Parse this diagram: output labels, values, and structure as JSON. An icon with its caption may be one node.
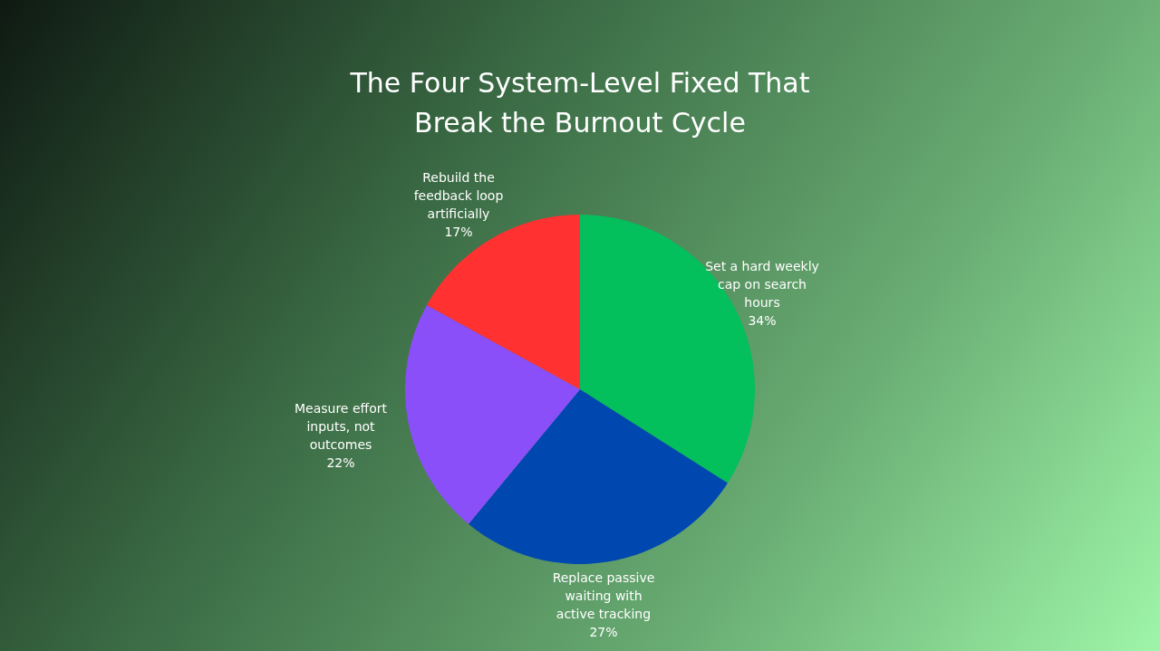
{
  "diagram": {
    "title": "The Four System-Level Fixed That Break the Burnout Cycle",
    "chart_data": {
      "type": "pie",
      "categories": [
        "Set a hard weekly cap on search hours",
        "Replace passive waiting with active tracking",
        "Measure effort inputs, not outcomes",
        "Rebuild the feedback loop artificially"
      ],
      "values": [
        34,
        27,
        22,
        17
      ],
      "value_labels": [
        "34%",
        "27%",
        "22%",
        "17%"
      ]
    }
  }
}
